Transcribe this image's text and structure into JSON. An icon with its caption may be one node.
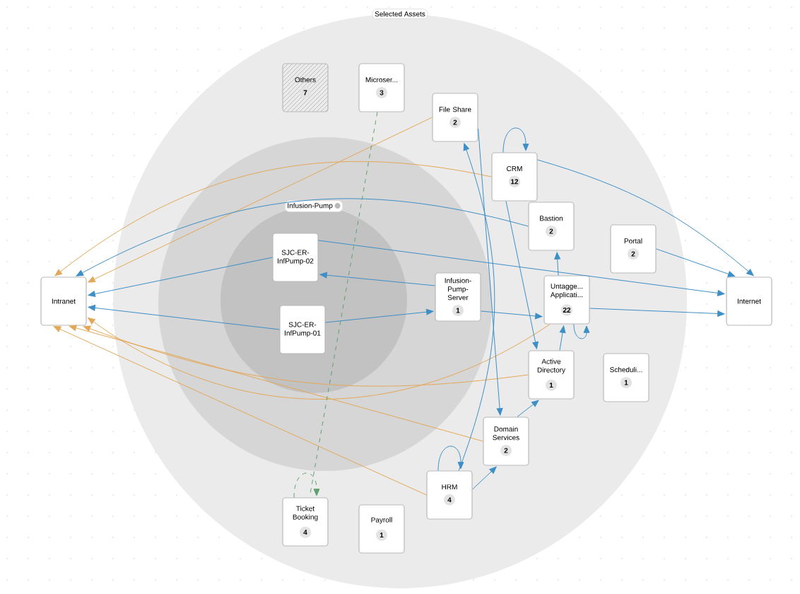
{
  "diagram": {
    "nodes": [
      {
        "text": [
          "Selected Assets"
        ]
      },
      {
        "text": [],
        "shape": "circle",
        "in": 0
      },
      {
        "text": [
          "Infusion-Pump"
        ],
        "in": 1
      },
      {
        "text": [
          "SJC-ER-InfPump-02"
        ],
        "in": 2
      },
      {
        "text": [
          "SJC-ER-InfPump-01"
        ],
        "in": 2
      },
      {
        "text": [
          "Others",
          "7"
        ],
        "in": 0
      },
      {
        "text": [
          "Microser...",
          "3"
        ],
        "in": 0
      },
      {
        "text": [
          "File Share",
          "2"
        ],
        "in": 0
      },
      {
        "text": [
          "CRM",
          "12"
        ],
        "in": 0
      },
      {
        "text": [
          "Bastion",
          "2"
        ],
        "in": 0
      },
      {
        "text": [
          "Portal",
          "2"
        ],
        "in": 0
      },
      {
        "text": [
          "Untagge... Applicati...",
          "22"
        ],
        "in": 0
      },
      {
        "text": [
          "Infusion-Pump-Server",
          "1"
        ],
        "in": 1
      },
      {
        "text": [
          "Active Directory",
          "1"
        ],
        "in": 0
      },
      {
        "text": [
          "Scheduli...",
          "1"
        ],
        "in": 0
      },
      {
        "text": [
          "Domain Services",
          "2"
        ],
        "in": 0
      },
      {
        "text": [
          "HRM",
          "4"
        ],
        "in": 0
      },
      {
        "text": [
          "Ticket Booking",
          "4"
        ],
        "in": 0
      },
      {
        "text": [
          "Payroll",
          "1"
        ],
        "in": 0
      },
      {
        "text": [
          "Intranet"
        ]
      },
      {
        "text": [
          "Internet"
        ]
      }
    ],
    "edges": [
      {
        "from": 7,
        "to": 19,
        "arrow": "to",
        "color": "#e3a857"
      },
      {
        "from": 8,
        "to": 19,
        "arrow": "to",
        "color": "#e3a857"
      },
      {
        "from": 11,
        "to": 19,
        "arrow": "to",
        "color": "#e3a857"
      },
      {
        "from": 13,
        "to": 19,
        "arrow": "to",
        "color": "#e3a857"
      },
      {
        "from": 15,
        "to": 19,
        "arrow": "to",
        "color": "#e3a857"
      },
      {
        "from": 16,
        "to": 19,
        "arrow": "to",
        "color": "#e3a857"
      },
      {
        "from": 9,
        "to": 19,
        "arrow": "to"
      },
      {
        "from": 3,
        "to": 19,
        "arrow": "to"
      },
      {
        "from": 4,
        "to": 19,
        "arrow": "to"
      },
      {
        "from": 8,
        "to": 20,
        "arrow": "to"
      },
      {
        "from": 10,
        "to": 20,
        "arrow": "to"
      },
      {
        "from": 11,
        "to": 20,
        "arrow": "to"
      },
      {
        "from": 12,
        "to": 11,
        "arrow": "to"
      },
      {
        "from": 3,
        "to": 20,
        "arrow": "to"
      },
      {
        "from": 12,
        "to": 3,
        "arrow": "to"
      },
      {
        "from": 4,
        "to": 12,
        "arrow": "to"
      },
      {
        "from": 8,
        "to": 8,
        "arrow": "to"
      },
      {
        "from": 11,
        "to": 11,
        "arrow": "to"
      },
      {
        "from": 16,
        "to": 16,
        "arrow": "to"
      },
      {
        "from": 17,
        "to": 17,
        "arrow": "to",
        "style": "dashed",
        "color": "#5f9f6f"
      },
      {
        "from": 6,
        "to": 17,
        "arrow": "none",
        "style": "dashed",
        "color": "#5f9f6f"
      },
      {
        "from": 16,
        "to": 7,
        "arrow": "to"
      },
      {
        "from": 7,
        "to": 15,
        "arrow": "to"
      },
      {
        "from": 13,
        "to": 11,
        "arrow": "to"
      },
      {
        "from": 15,
        "to": 13,
        "arrow": "to"
      },
      {
        "from": 16,
        "to": 15,
        "arrow": "to"
      },
      {
        "from": 11,
        "to": 9,
        "arrow": "to"
      },
      {
        "from": 8,
        "to": 13,
        "arrow": "to"
      }
    ]
  }
}
